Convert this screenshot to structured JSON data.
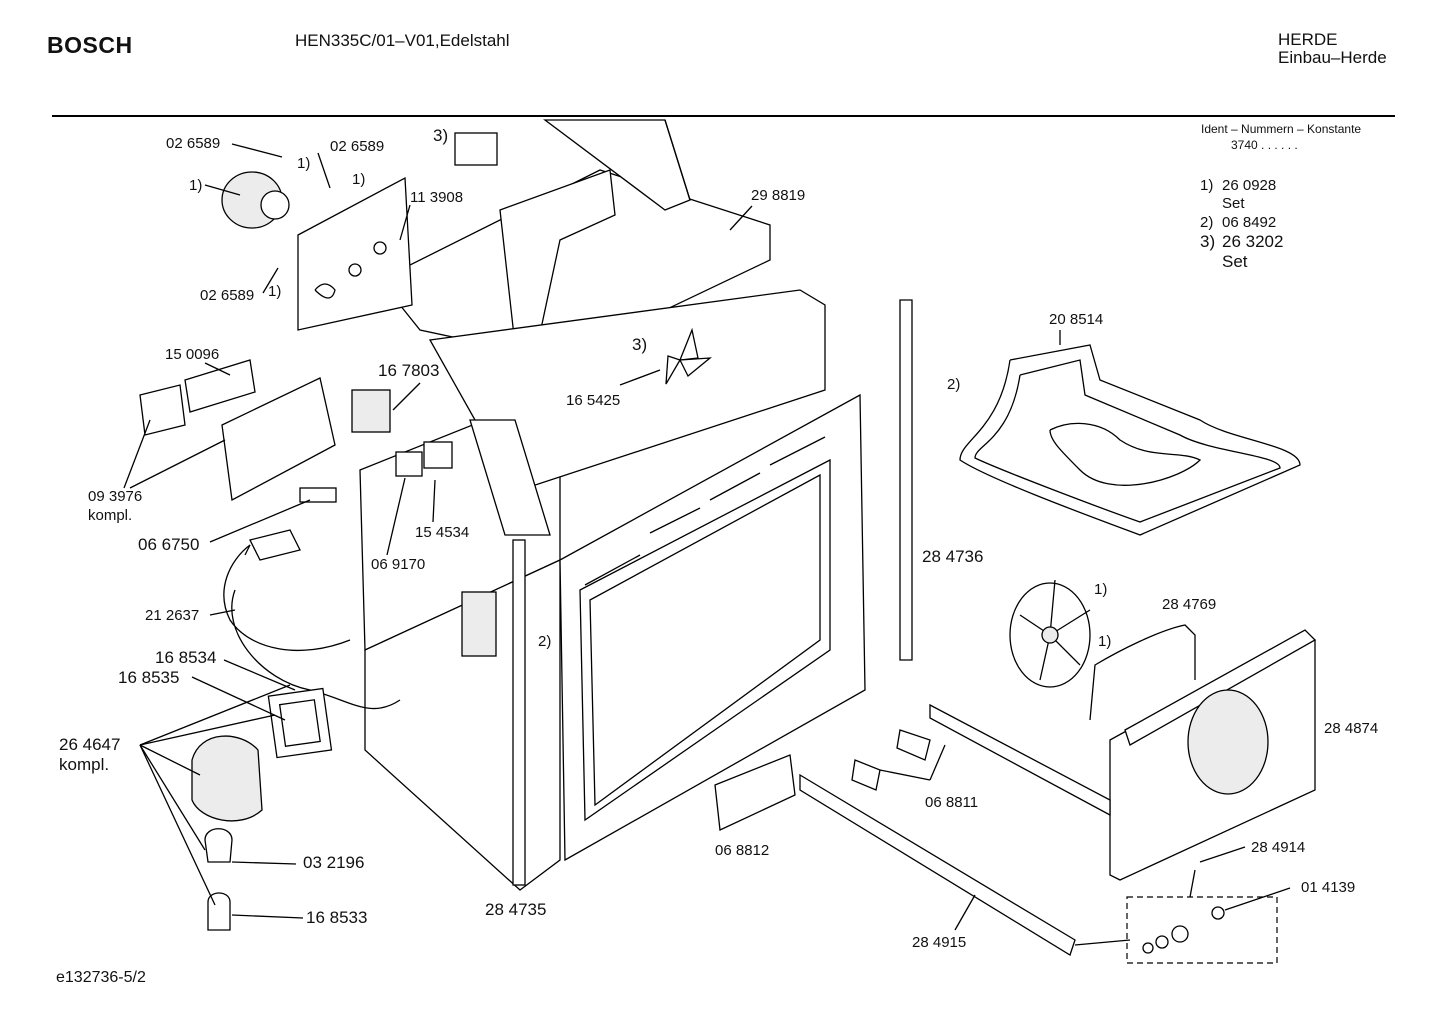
{
  "header": {
    "brand": "BOSCH",
    "model": "HEN335C/01–V01,Edelstahl",
    "category": "HERDE",
    "subcategory": "Einbau–Herde"
  },
  "ident": {
    "title": "Ident – Nummern – Konstante",
    "value": "3740  .  .  .  .  .  .",
    "refs": [
      {
        "key": "1)",
        "num": "26 0928",
        "note": "Set"
      },
      {
        "key": "2)",
        "num": "06 8492",
        "note": ""
      },
      {
        "key": "3)",
        "num": "26 3202",
        "note": "Set"
      }
    ]
  },
  "parts": {
    "p026589a": "02 6589",
    "p026589b": "02 6589",
    "p026589c": "02 6589",
    "p113908": "11 3908",
    "p298819": "29 8819",
    "p150096": "15 0096",
    "p167803": "16 7803",
    "p165425": "16 5425",
    "p208514": "20 8514",
    "p093976": "09 3976",
    "kompl1": "kompl.",
    "p066750": "06 6750",
    "p154534": "15 4534",
    "p069170": "06 9170",
    "p284736": "28 4736",
    "p212637": "21 2637",
    "p284769": "28 4769",
    "p168534": "16 8534",
    "p168535": "16 8535",
    "p264647": "26 4647",
    "kompl2": "kompl.",
    "p284874": "28 4874",
    "p068811": "06 8811",
    "p068812": "06 8812",
    "p284914": "28 4914",
    "p032196": "03 2196",
    "p014139": "01 4139",
    "p168533": "16 8533",
    "p284735": "28 4735",
    "p284915": "28 4915"
  },
  "markers": {
    "m1a": "1)",
    "m1b": "1)",
    "m1c": "1)",
    "m1d": "1)",
    "m1e": "1)",
    "m1f": "1)",
    "m3a": "3)",
    "m3b": "3)",
    "m2a": "2)",
    "m2b": "2)"
  },
  "footer": "e132736-5/2"
}
